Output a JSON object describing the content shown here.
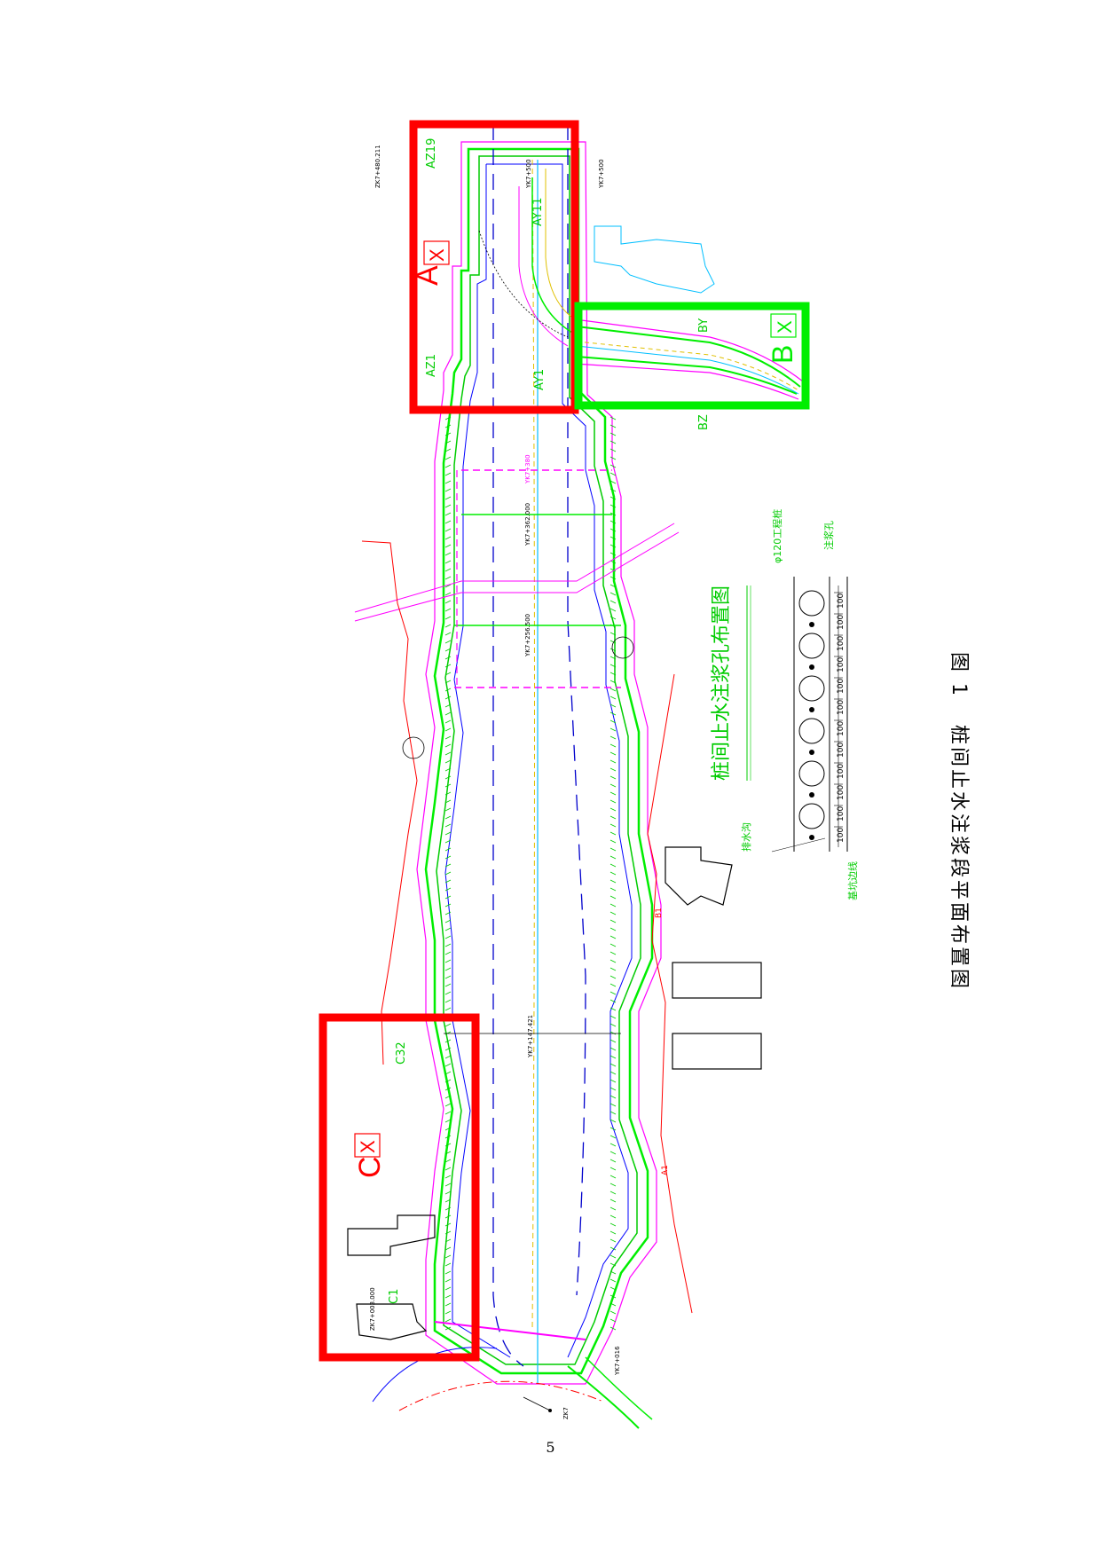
{
  "figure": {
    "caption_number": "图 1",
    "caption_text": "桩间止水注浆段平面布置图",
    "page_number": "5"
  },
  "zones": [
    {
      "letter": "A",
      "mark": "X",
      "color": "#ff0000"
    },
    {
      "letter": "B",
      "mark": "X",
      "color": "#00ee00"
    },
    {
      "letter": "C",
      "mark": "X",
      "color": "#ff0000"
    }
  ],
  "station_labels": {
    "yk7_500": "YK7+500",
    "yk7_380": "YK7+380",
    "yk7_362": "YK7+362.000",
    "yk7_256": "YK7+256.500",
    "yk7_147": "YK7+147.421",
    "yk7_016": "YK7+016",
    "zk7_480": "ZK7+480.211",
    "zk7_003": "ZK7+003.000"
  },
  "axis_labels": {
    "ay1": "AY1",
    "ay11": "AY11",
    "az1": "AZ1",
    "az19": "AZ19",
    "by": "BY",
    "bz": "BZ",
    "c1": "C1",
    "c32": "C32",
    "a1": "A1",
    "b1": "B1",
    "zk7": "ZK7"
  },
  "inset": {
    "title": "桩间止水注浆孔布置图",
    "pile_label": "φ120工程桩",
    "grout_label": "注浆孔",
    "drain_label": "排水沟",
    "line_label": "基坑边线",
    "spacing": [
      "100",
      "100",
      "100",
      "100",
      "100",
      "100",
      "100",
      "100",
      "100",
      "100",
      "100",
      "100"
    ]
  },
  "colors": {
    "red": "#ff0000",
    "green": "#00ee00",
    "magenta": "#ff00ff",
    "blue": "#0000ff",
    "cyan": "#00bfff",
    "yellow": "#e0c000",
    "black": "#000000"
  }
}
